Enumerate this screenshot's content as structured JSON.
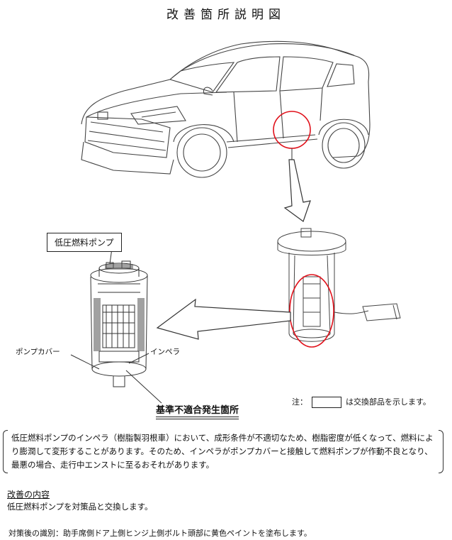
{
  "title": "改善箇所説明図",
  "labels": {
    "low_pressure_pump": "低圧燃料ポンプ",
    "pump_cover": "ポンプカバー",
    "impeller": "インペラ",
    "defect_location": "基準不適合発生箇所"
  },
  "note": {
    "prefix": "注：",
    "suffix": "は交換部品を示します。"
  },
  "description": "低圧燃料ポンプのインペラ（樹脂製羽根車）において、成形条件が不適切なため、樹脂密度が低くなって、燃料により膨潤して変形することがあります。そのため、インペラがポンプカバーと接触して燃料ポンプが作動不良となり、最悪の場合、走行中エンストに至るおそれがあります。",
  "improvement": {
    "heading": "改善の内容",
    "body": "低圧燃料ポンプを対策品と交換します。"
  },
  "identification": "対策後の識別：助手席側ドア上側ヒンジ上側ボルト頭部に黄色ペイントを塗布します。",
  "colors": {
    "highlight": "#e0101a",
    "line": "#333333"
  }
}
